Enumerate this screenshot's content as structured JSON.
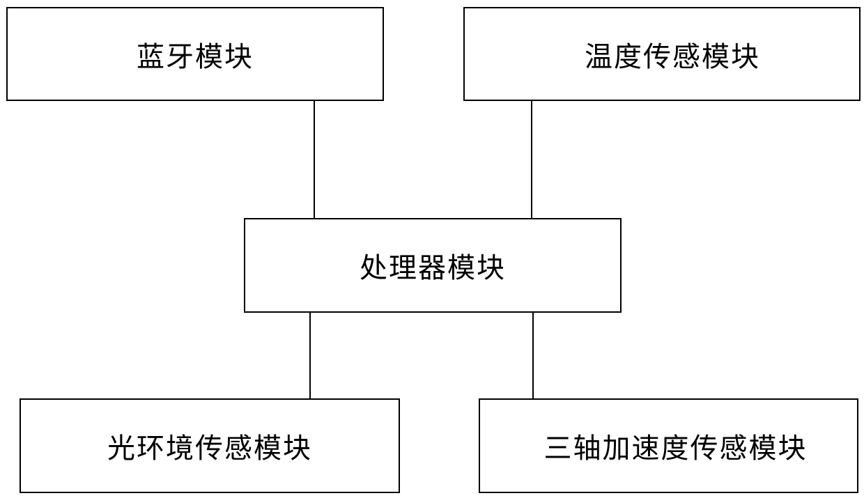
{
  "diagram": {
    "nodes": {
      "bluetooth": {
        "label": "蓝牙模块"
      },
      "temperature": {
        "label": "温度传感模块"
      },
      "processor": {
        "label": "处理器模块"
      },
      "light": {
        "label": "光环境传感模块"
      },
      "accelerometer": {
        "label": "三轴加速度传感模块"
      }
    },
    "edges": [
      {
        "from": "bluetooth",
        "to": "processor"
      },
      {
        "from": "temperature",
        "to": "processor"
      },
      {
        "from": "processor",
        "to": "light"
      },
      {
        "from": "processor",
        "to": "accelerometer"
      }
    ],
    "colors": {
      "stroke": "#000000",
      "background": "#ffffff",
      "text": "#000000"
    }
  }
}
